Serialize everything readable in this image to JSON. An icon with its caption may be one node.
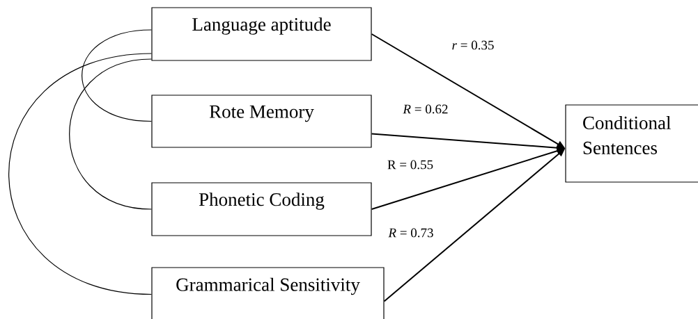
{
  "diagram": {
    "nodes": [
      {
        "text": [
          "Language aptitude"
        ]
      },
      {
        "text": [
          "Rote Memory"
        ]
      },
      {
        "text": [
          "Phonetic Coding"
        ]
      },
      {
        "text": [
          "Grammarical Sensitivity"
        ]
      },
      {
        "text": [
          "Conditional Sentences"
        ]
      }
    ],
    "edges": [
      {
        "from": 0,
        "to": 4,
        "arrow": "to",
        "label": "*r* = 0.35"
      },
      {
        "from": 1,
        "to": 4,
        "arrow": "to",
        "label": "*R* = 0.62"
      },
      {
        "from": 2,
        "to": 4,
        "arrow": "to",
        "label": "R = 0.55"
      },
      {
        "from": 3,
        "to": 4,
        "arrow": "to",
        "label": "*R* = 0.73"
      },
      {
        "from": 0,
        "to": 1,
        "arrow": "none"
      },
      {
        "from": 0,
        "to": 2,
        "arrow": "none"
      },
      {
        "from": 0,
        "to": 3,
        "arrow": "none"
      }
    ]
  }
}
